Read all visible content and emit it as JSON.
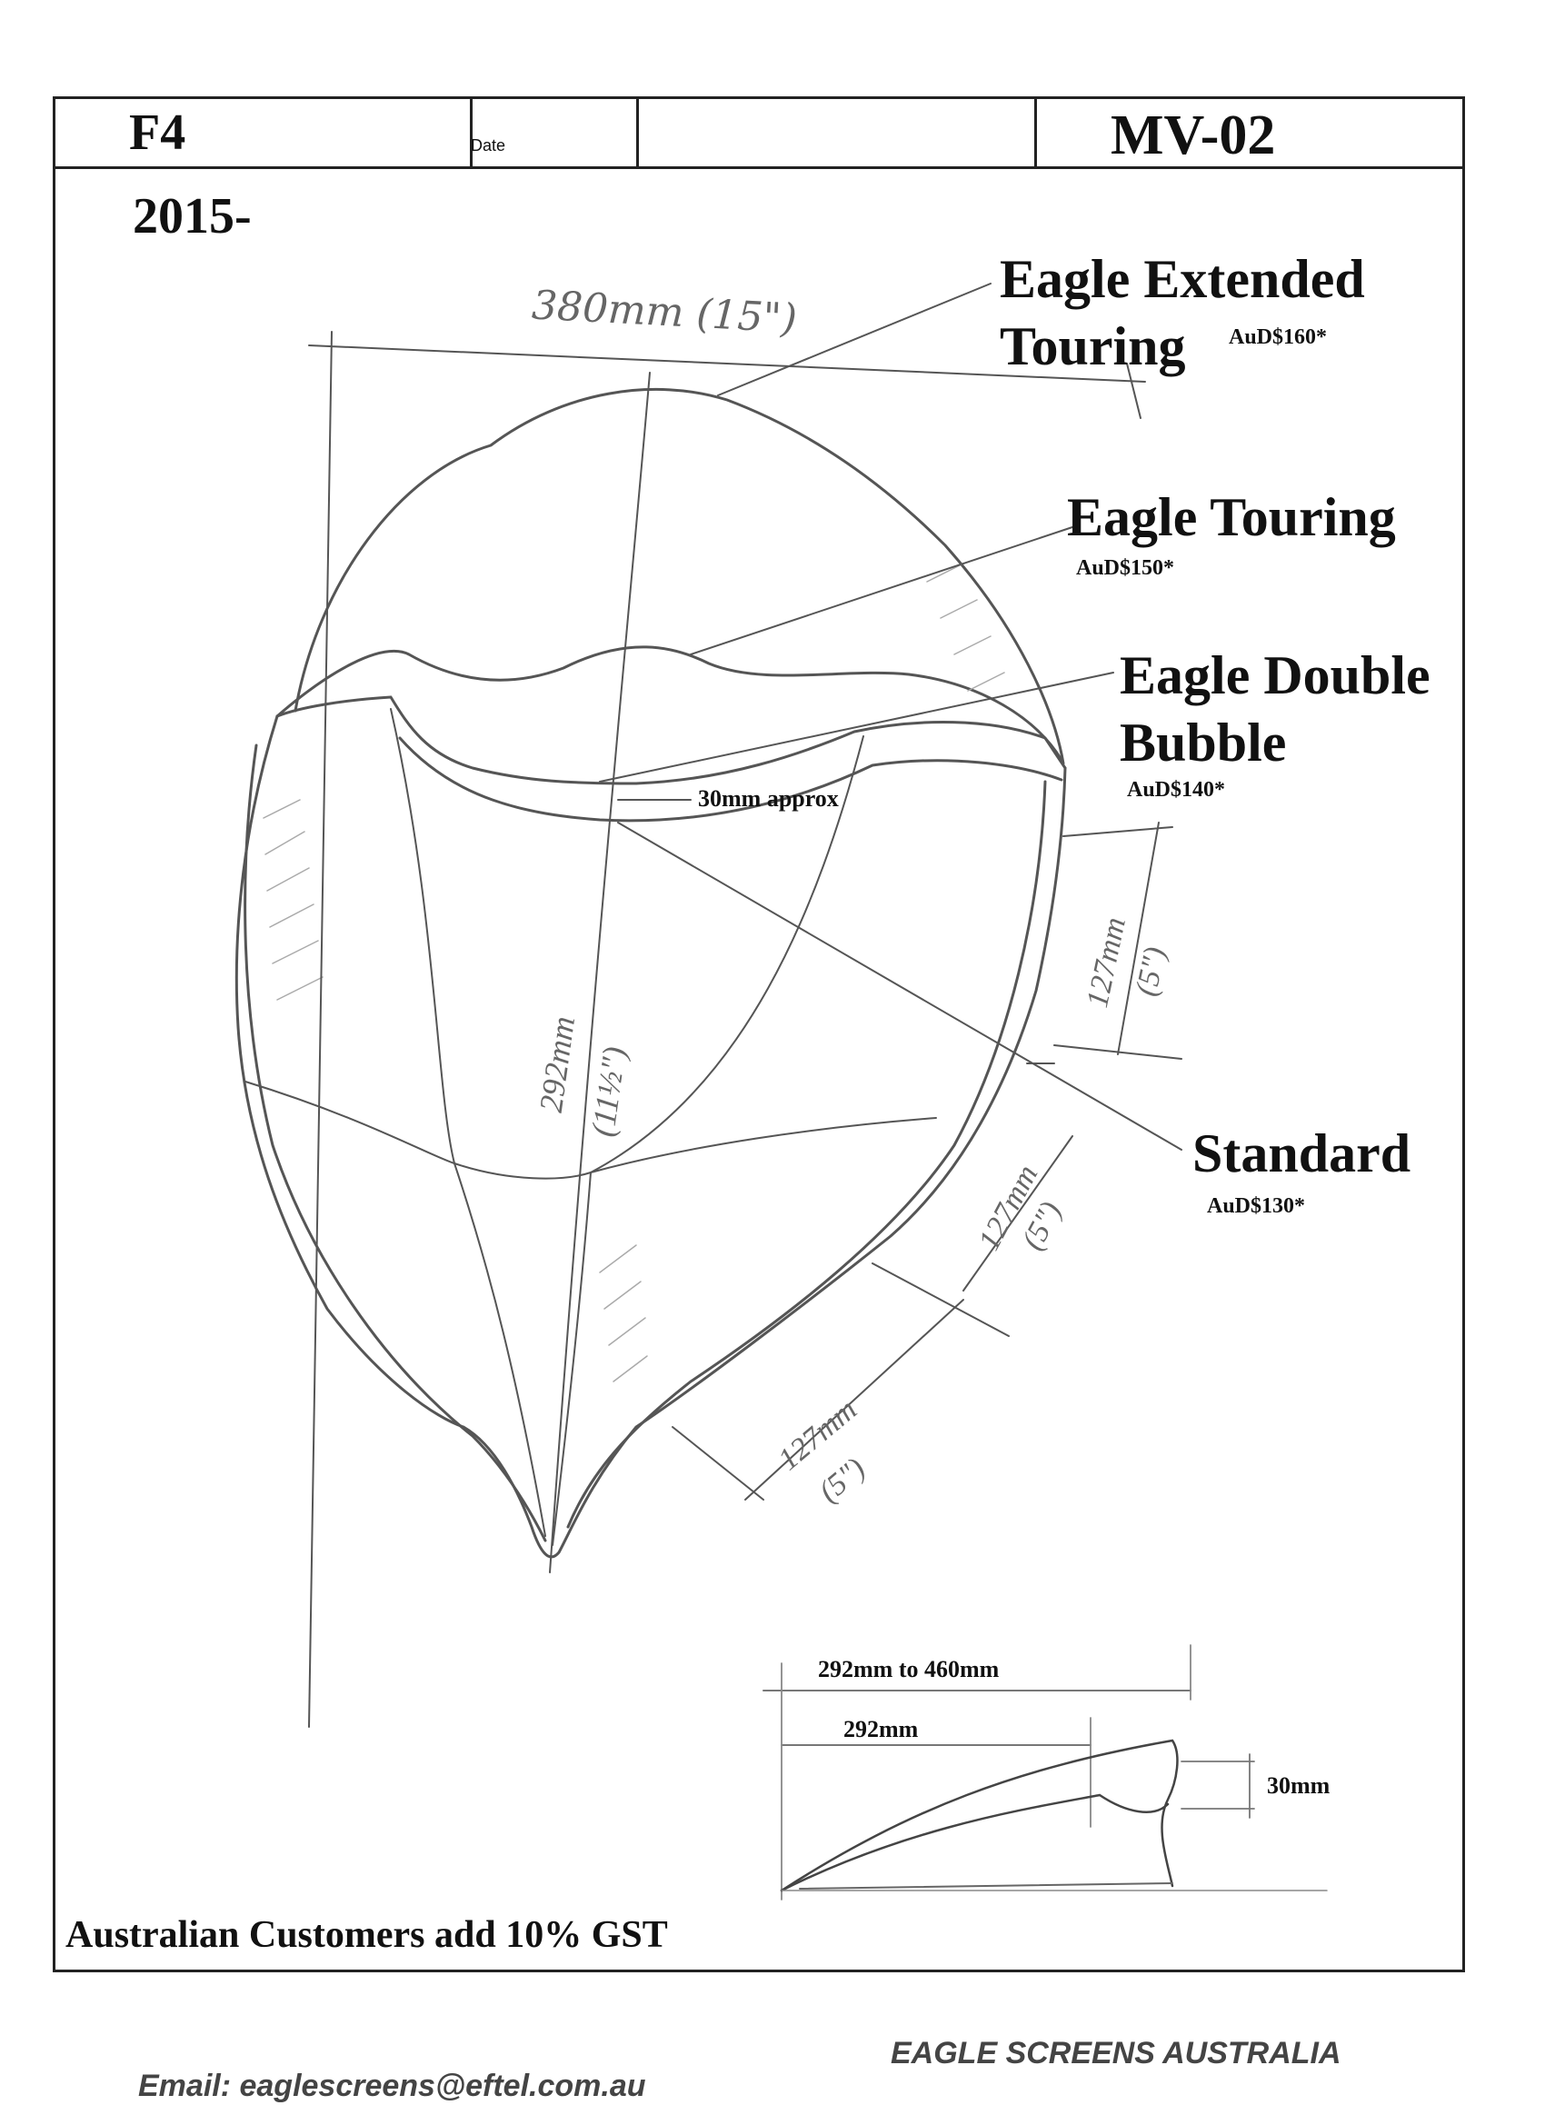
{
  "header": {
    "model": "F4",
    "date_label": "Date",
    "code": "MV-02"
  },
  "year": "2015-",
  "screens": [
    {
      "name_line1": "Eagle Extended",
      "name_line2": "Touring",
      "price": "AuD$160*"
    },
    {
      "name_line1": "Eagle Touring",
      "name_line2": "",
      "price": "AuD$150*"
    },
    {
      "name_line1": "Eagle Double",
      "name_line2": "Bubble",
      "price": "AuD$140*"
    },
    {
      "name_line1": "Standard",
      "name_line2": "",
      "price": "AuD$130*"
    }
  ],
  "drawing_dimensions": {
    "top_width": "380mm (15\")",
    "height_center": "292mm",
    "height_center_in": "(11½\")",
    "gap": "30mm approx",
    "spacing_1": "127mm",
    "spacing_1_in": "(5\")",
    "spacing_2": "127mm",
    "spacing_2_in": "(5\")",
    "spacing_3": "127mm",
    "spacing_3_in": "(5\")"
  },
  "side_view": {
    "range": "292mm to 460mm",
    "base": "292mm",
    "height": "30mm"
  },
  "footer": {
    "gst_note": "Australian Customers add 10% GST",
    "company": "EAGLE SCREENS AUSTRALIA",
    "email": "Email: eaglescreens@eftel.com.au"
  }
}
